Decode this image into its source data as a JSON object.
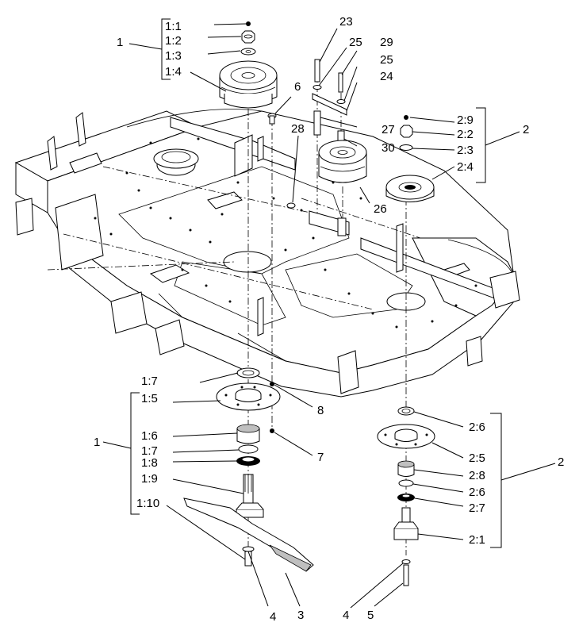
{
  "diagram": {
    "callouts": {
      "g1_top": "1",
      "t1_1": "1:1",
      "t1_2": "1:2",
      "t1_3": "1:3",
      "t1_4": "1:4",
      "p6": "6",
      "p23": "23",
      "p25a": "25",
      "p29": "29",
      "p25b": "25",
      "p24": "24",
      "p27": "27",
      "p30": "30",
      "p28": "28",
      "p26": "26",
      "g2_top": "2",
      "t2_9": "2:9",
      "t2_2": "2:2",
      "t2_3": "2:3",
      "t2_4": "2:4",
      "g1_bot": "1",
      "b1_7a": "1:7",
      "b1_5": "1:5",
      "b1_6": "1:6",
      "b1_7b": "1:7",
      "b1_8": "1:8",
      "b1_9": "1:9",
      "b1_10": "1:10",
      "p8": "8",
      "p7": "7",
      "g2_bot": "2",
      "b2_6a": "2:6",
      "b2_5": "2:5",
      "b2_8": "2:8",
      "b2_6b": "2:6",
      "b2_7": "2:7",
      "b2_1": "2:1",
      "p4a": "4",
      "p3": "3",
      "p4b": "4",
      "p5": "5"
    }
  }
}
